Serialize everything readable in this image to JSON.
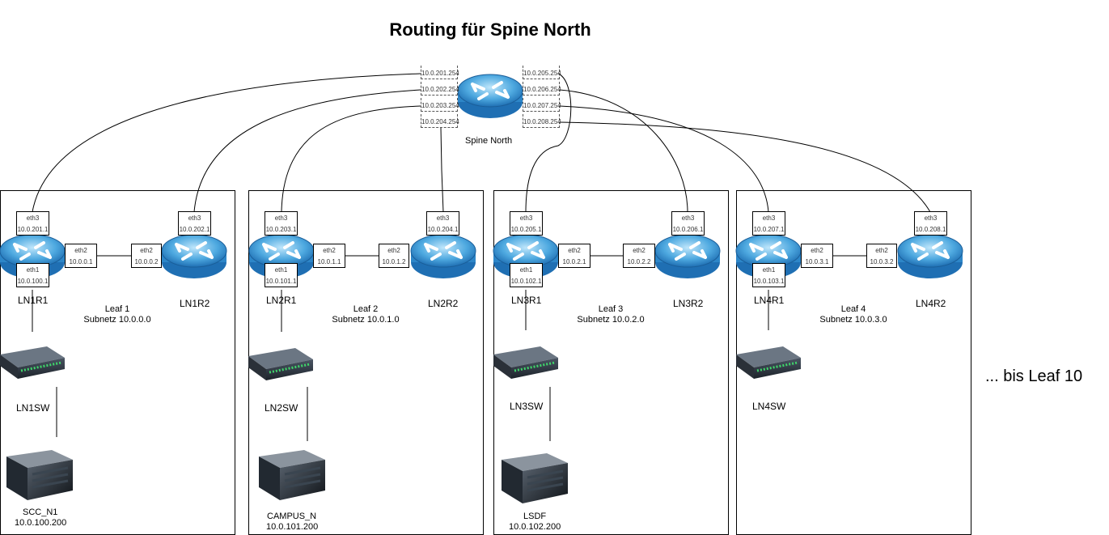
{
  "title": "Routing für Spine North",
  "footer_note": "... bis Leaf 10",
  "spine": {
    "name": "Spine North",
    "ports": [
      "10.0.201.254",
      "10.0.202.254",
      "10.0.203.254",
      "10.0.204.254",
      "10.0.205.254",
      "10.0.206.254",
      "10.0.207.254",
      "10.0.208.254"
    ]
  },
  "leaves": [
    {
      "label": "Leaf 1",
      "subnet": "Subnetz 10.0.0.0",
      "r1": {
        "name": "LN1R1",
        "eth3_label": "eth3",
        "eth3": "10.0.201.1",
        "eth1_label": "eth1",
        "eth1": "10.0.100.1",
        "eth2_label": "eth2",
        "eth2": "10.0.0.1"
      },
      "r2": {
        "name": "LN1R2",
        "eth3_label": "eth3",
        "eth3": "10.0.202.1",
        "eth2_label": "eth2",
        "eth2": "10.0.0.2"
      },
      "switch": "LN1SW",
      "server": {
        "name": "SCC_N1",
        "ip": "10.0.100.200"
      }
    },
    {
      "label": "Leaf 2",
      "subnet": "Subnetz 10.0.1.0",
      "r1": {
        "name": "LN2R1",
        "eth3_label": "eth3",
        "eth3": "10.0.203.1",
        "eth1_label": "eth1",
        "eth1": "10.0.101.1",
        "eth2_label": "eth2",
        "eth2": "10.0.1.1"
      },
      "r2": {
        "name": "LN2R2",
        "eth3_label": "eth3",
        "eth3": "10.0.204.1",
        "eth2_label": "eth2",
        "eth2": "10.0.1.2"
      },
      "switch": "LN2SW",
      "server": {
        "name": "CAMPUS_N",
        "ip": "10.0.101.200"
      }
    },
    {
      "label": "Leaf 3",
      "subnet": "Subnetz 10.0.2.0",
      "r1": {
        "name": "LN3R1",
        "eth3_label": "eth3",
        "eth3": "10.0.205.1",
        "eth1_label": "eth1",
        "eth1": "10.0.102.1",
        "eth2_label": "eth2",
        "eth2": "10.0.2.1"
      },
      "r2": {
        "name": "LN3R2",
        "eth3_label": "eth3",
        "eth3": "10.0.206.1",
        "eth2_label": "eth2",
        "eth2": "10.0.2.2"
      },
      "switch": "LN3SW",
      "server": {
        "name": "LSDF",
        "ip": "10.0.102.200"
      }
    },
    {
      "label": "Leaf 4",
      "subnet": "Subnetz 10.0.3.0",
      "r1": {
        "name": "LN4R1",
        "eth3_label": "eth3",
        "eth3": "10.0.207.1",
        "eth1_label": "eth1",
        "eth1": "10.0.103.1",
        "eth2_label": "eth2",
        "eth2": "10.0.3.1"
      },
      "r2": {
        "name": "LN4R2",
        "eth3_label": "eth3",
        "eth3": "10.0.208.1",
        "eth2_label": "eth2",
        "eth2": "10.0.3.2"
      },
      "switch": "LN4SW"
    }
  ]
}
